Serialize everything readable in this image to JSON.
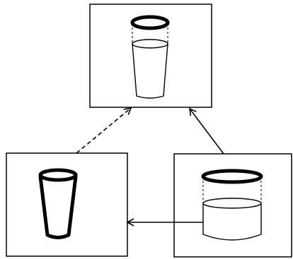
{
  "diagram": {
    "panels": [
      {
        "id": "top",
        "content": "glass-with-water"
      },
      {
        "id": "left",
        "content": "empty-glass"
      },
      {
        "id": "right",
        "content": "cylinder-with-water"
      }
    ],
    "connections": [
      {
        "from": "left",
        "to": "top",
        "style": "dashed"
      },
      {
        "from": "right",
        "to": "top",
        "style": "solid"
      },
      {
        "from": "right",
        "to": "left",
        "style": "solid"
      }
    ],
    "colors": {
      "line": "#000000",
      "background": "#ffffff"
    }
  }
}
